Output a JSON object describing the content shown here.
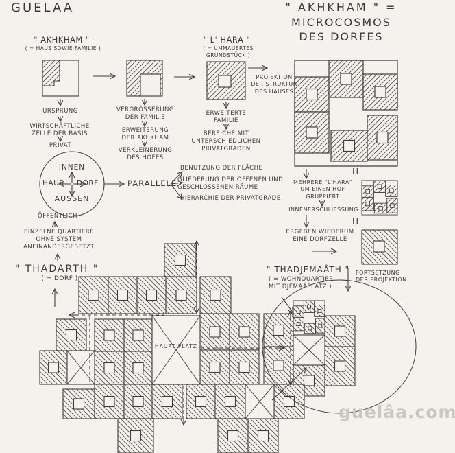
{
  "header": {
    "title_left": "GUELAA",
    "title_right_line1": "\" AKHKHAM \" =",
    "title_right_line2": "MICROCOSMOS  DES  DORFES"
  },
  "akhkham": {
    "title": "\" AKHKHAM \"",
    "subtitle": "( = HAUS  SOWIE  FAMILIE )",
    "step1": "URSPRUNG",
    "step2": "WIRTSCHÄFTLICHE\nZELLE  DER  BASIS",
    "step3": "PRIVAT"
  },
  "growth": {
    "step1": "VERGRÖSSERUNG\nDER  FAMILIE",
    "step2": "ERWEITERUNG\nDER  AKHKHAM",
    "step3": "VERKLEINERUNG\nDES  HOFES"
  },
  "lhara": {
    "title": "\" L' HARA \"",
    "subtitle": "( = UMMAUERTES\nGRUNDSTÜCK )",
    "projection": "PROJEKTION\nDER  STRUKTUR\nDES  HAUSES",
    "step1": "ERWEITERTE\nFAMILIE",
    "step2": "BEREICHE  MIT\nUNTERSCHIEDLICHEN\nPRIVATGRADEN"
  },
  "grouping": {
    "equals": "II",
    "text1": "MEHRERE  \"L'HARA\"\nUM  EINEN  HOF\nGRUPPIERT",
    "text2": "INNENERSCHLIESSUNG",
    "text3": "ERGEBEN  WIEDERUM\nEINE  DORFZELLE"
  },
  "parallele": {
    "circle_top": "INNEN",
    "circle_left": "HAUS",
    "circle_right": "DORF",
    "circle_bottom": "AUSSEN",
    "label": "PARALLELE",
    "items": [
      "BENUTZUNG  DER  FLÄCHE",
      "GLIEDERUNG  DER  OFFENEN  UND\nGESCHLOSSENEN  RÄUME",
      "HIERARCHIE  DER  PRIVATGRADE"
    ]
  },
  "village_flow": {
    "public": "ÖFFENTLICH",
    "quarters": "EINZELNE  QUARTIERE\nOHNE  SYSTEM\nANEINANDERGESETZT",
    "thadarth": "\" THADARTH \"",
    "thadarth_sub": "( = DORF )"
  },
  "village": {
    "hauptplatz": "HAUPT  PLATZ",
    "thadjemaath": "\" THADJEMAÂTH \"",
    "thadjemaath_sub": "( = WOHNQUARTIER\nMIT  DJEMAÂPLATZ )",
    "fortsetzung": "FORTSETZUNG\nDER  PROJEKTION"
  },
  "watermark": "guelâa.com",
  "colors": {
    "paper": "#f4f2ec",
    "ink": "#3a3a3a",
    "watermark": "#c9c7c2"
  }
}
